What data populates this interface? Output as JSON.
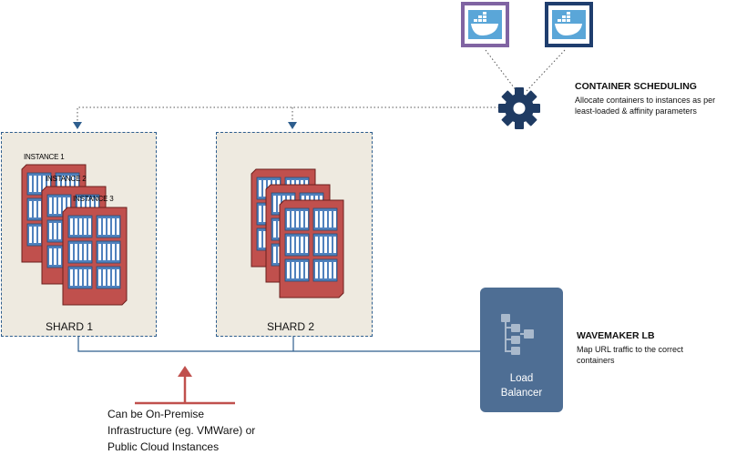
{
  "shards": [
    {
      "label": "SHARD 1",
      "instances": [
        "INSTANCE 1",
        "INSTANCE 2",
        "INSTANCE 3"
      ]
    },
    {
      "label": "SHARD 2",
      "instances": []
    }
  ],
  "scheduler": {
    "title": "CONTAINER SCHEDULING",
    "description_line1": "Allocate containers to instances as per",
    "description_line2": "least-loaded & affinity parameters"
  },
  "load_balancer": {
    "title": "WAVEMAKER LB",
    "description_line1": "Map URL traffic to the correct",
    "description_line2": "containers",
    "box_line1": "Load",
    "box_line2": "Balancer"
  },
  "infrastructure_note": {
    "line1": "Can be On-Premise",
    "line2": "Infrastructure (eg. VMWare) or",
    "line3": "Public Cloud Instances"
  },
  "colors": {
    "shard_fill": "#eeeae0",
    "shard_border": "#2e5e8e",
    "instance_red": "#c0504d",
    "rack_blue": "#4f81bd",
    "lb_fill": "#4e6e94",
    "docker_purple": "#8064a2",
    "docker_navy": "#1f3e6e",
    "gear": "#1f3b63",
    "note_arrow": "#c0504d"
  },
  "icons": [
    "docker-icon",
    "gear-icon",
    "network-flow-icon"
  ]
}
